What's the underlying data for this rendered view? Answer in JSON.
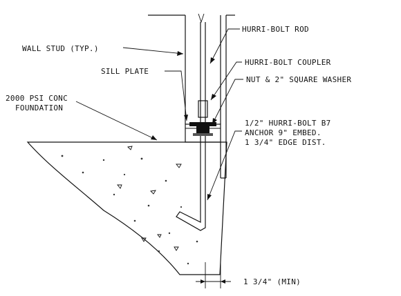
{
  "labels": {
    "wall_stud": "WALL STUD (TYP.)",
    "sill_plate": "SILL PLATE",
    "foundation_line1": "2000 PSI CONC",
    "foundation_line2": "FOUNDATION",
    "rod": "HURRI-BOLT ROD",
    "coupler": "HURRI-BOLT COUPLER",
    "nut_washer": "NUT & 2\" SQUARE WASHER",
    "anchor_line1": "1/2\" HURRI-BOLT B7",
    "anchor_line2": "ANCHOR 9\" EMBED.",
    "anchor_line3": "1 3/4\" EDGE DIST.",
    "edge_min": "1 3/4\" (MIN)"
  },
  "colors": {
    "line": "#111111",
    "background": "#ffffff"
  }
}
